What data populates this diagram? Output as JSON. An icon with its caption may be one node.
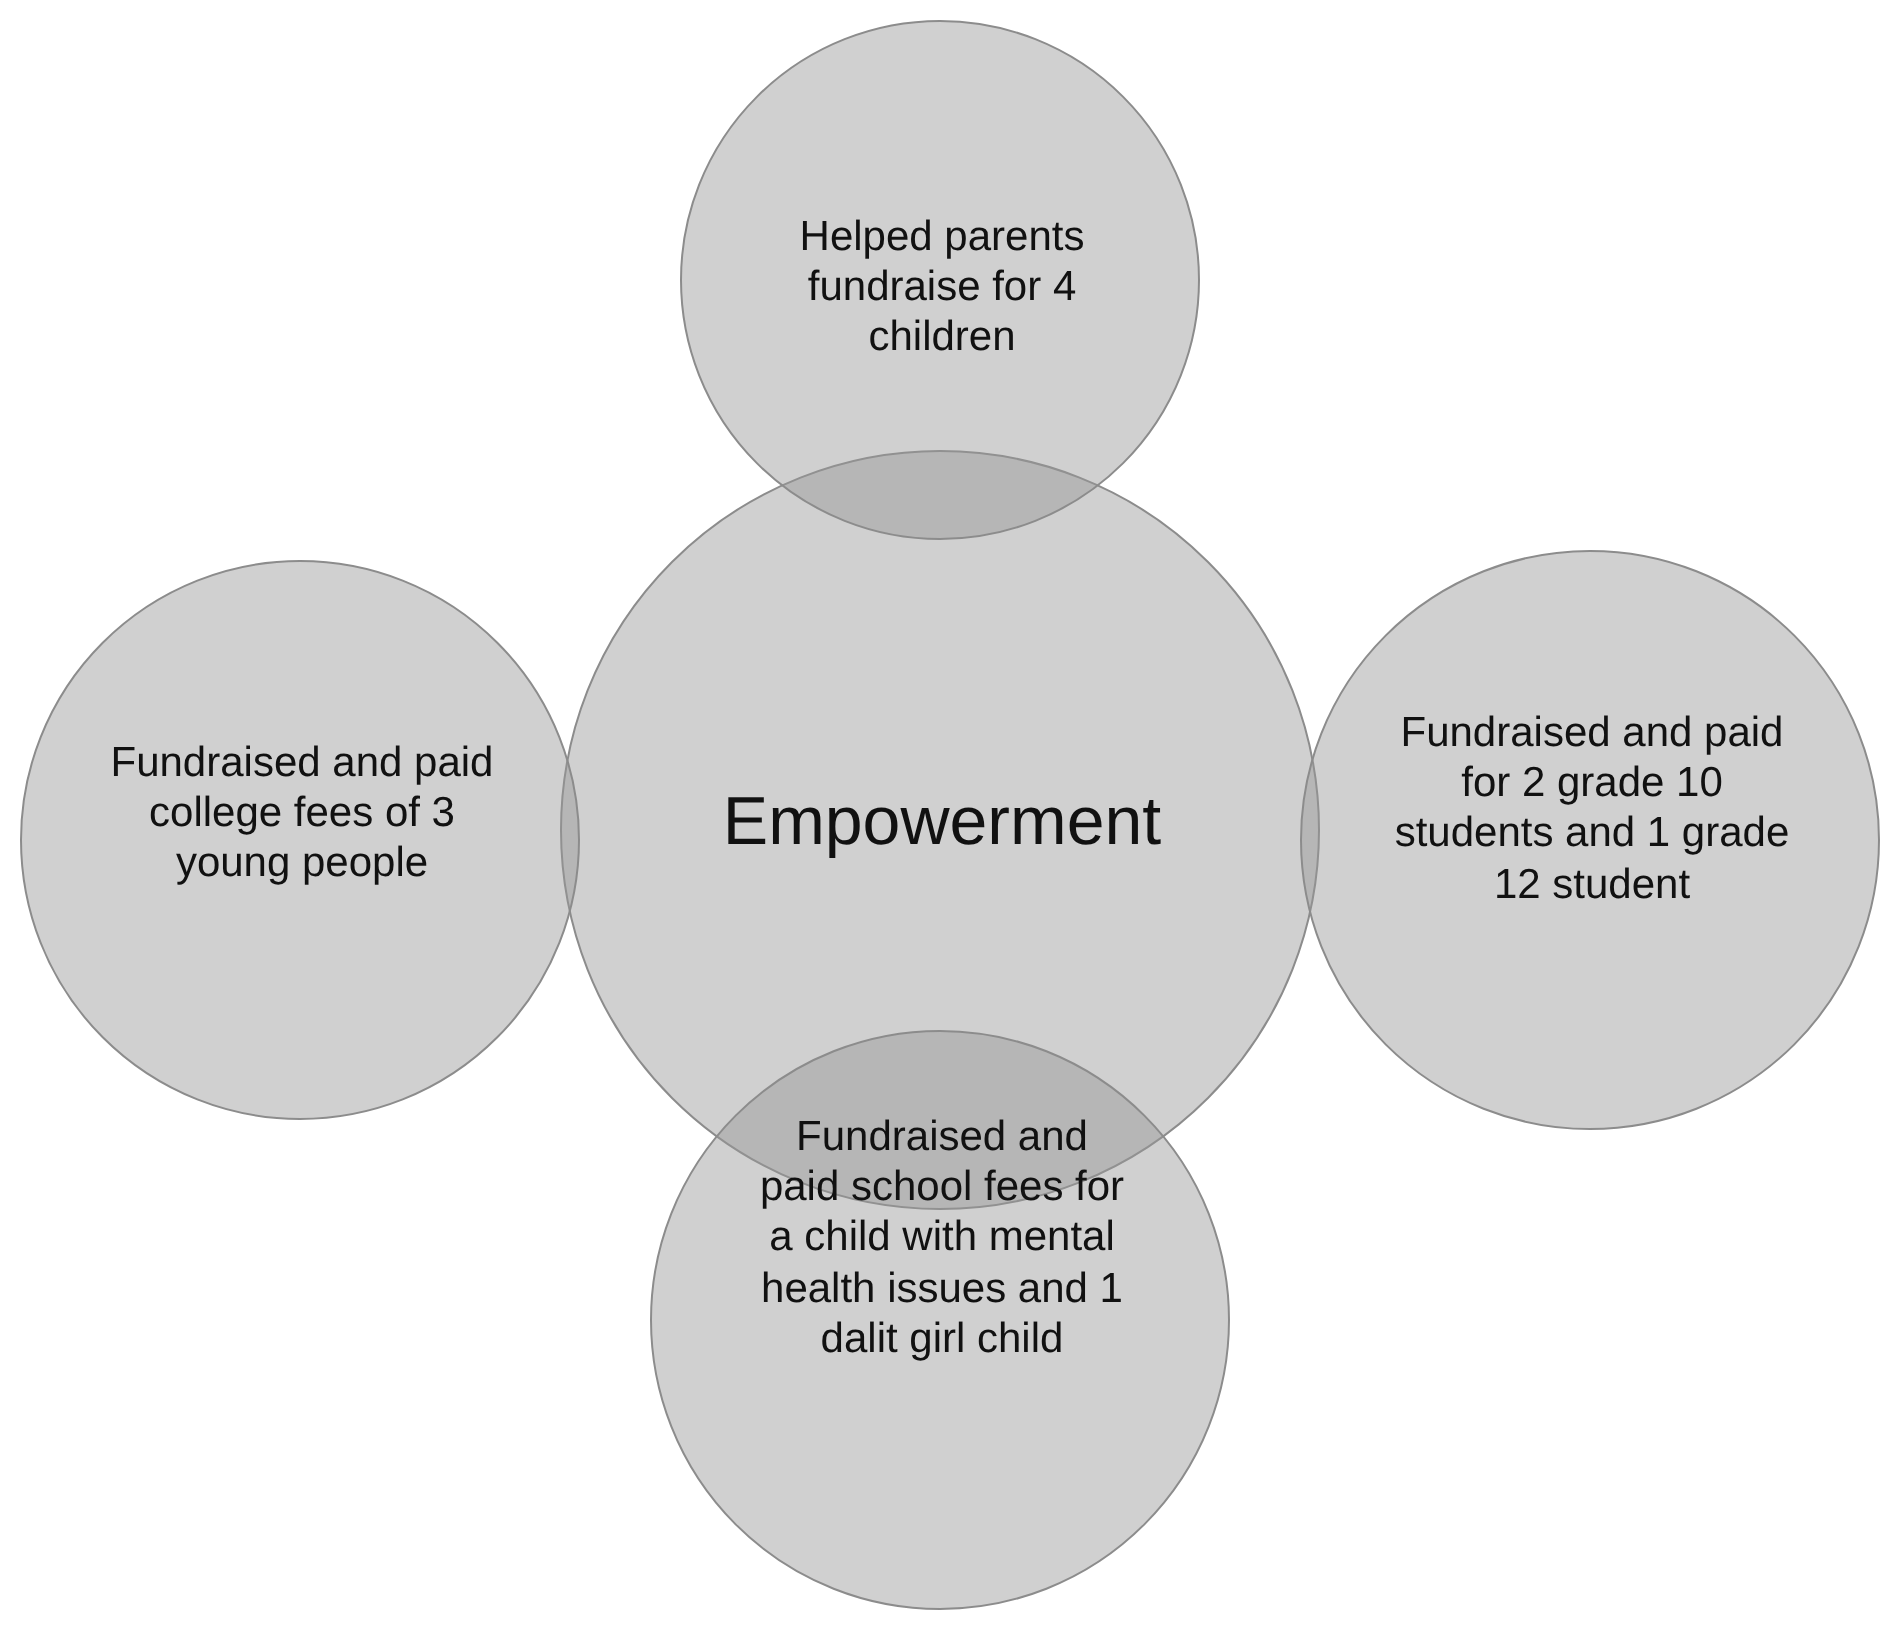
{
  "diagram": {
    "nodes": [
      {
        "text": [
          "Helped parents fundraise for 4 children"
        ]
      },
      {
        "text": [
          "Fundraised and paid college fees of 3 young people"
        ]
      },
      {
        "text": [
          "Empowerment"
        ]
      },
      {
        "text": [
          "Fundraised and paid for 2 grade 10 students and 1 grade 12 student"
        ]
      },
      {
        "text": [
          "Fundraised and paid school fees for a child with mental health issues and 1 dalit girl child"
        ]
      }
    ]
  }
}
